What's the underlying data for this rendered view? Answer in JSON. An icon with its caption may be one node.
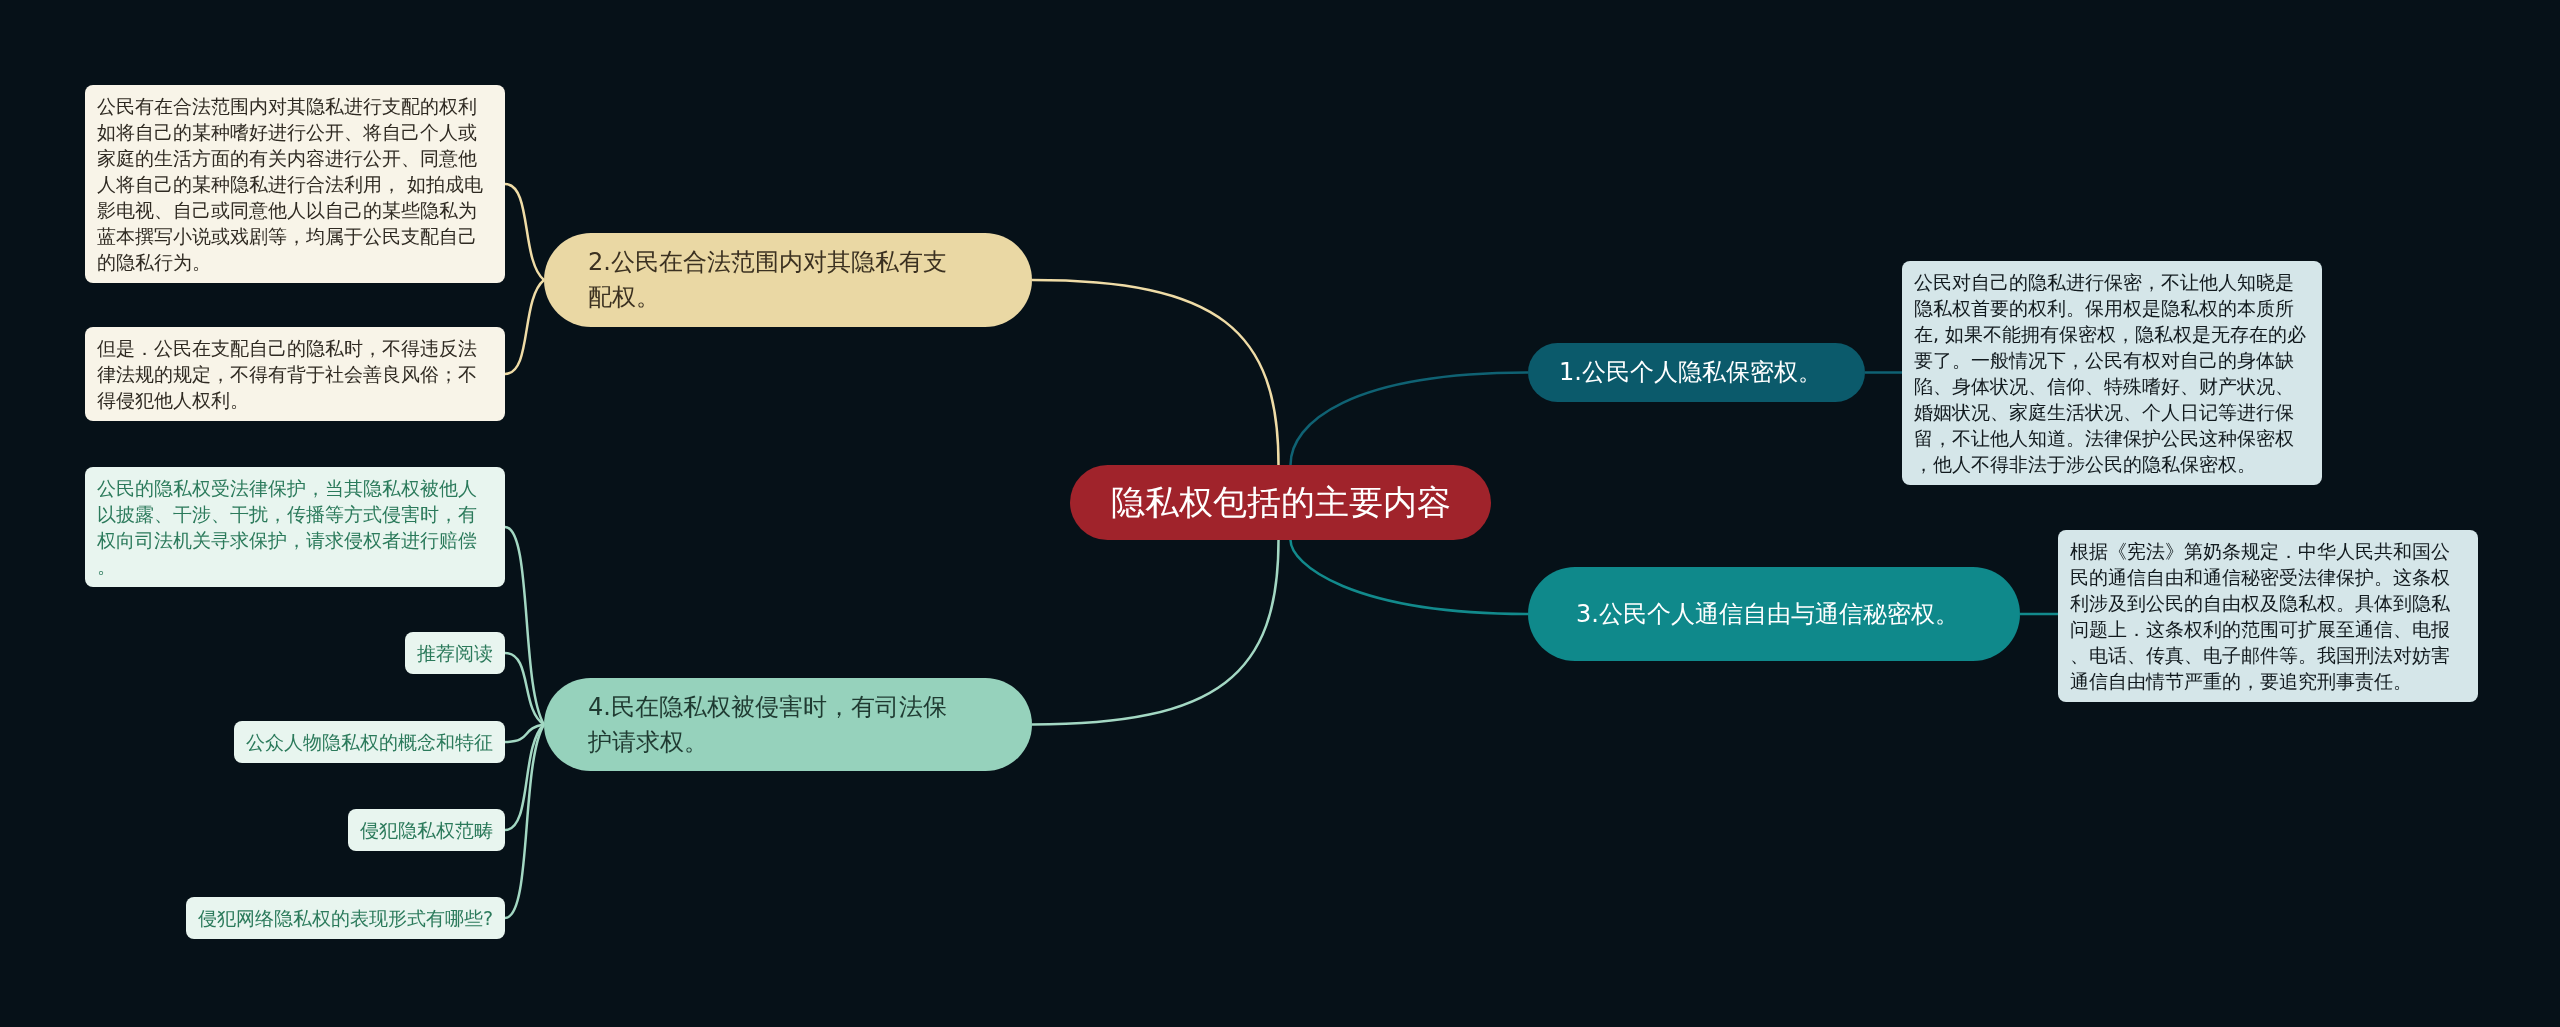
{
  "diagram": {
    "nodes": [
      {
        "text": [
          "隐私权包括的主要内容"
        ]
      },
      {
        "text": [
          "2.公民在合法范围内对其隐私有支配权。"
        ]
      },
      {
        "text": [
          "公民有在合法范围内对其隐私进行支配的权利如将自己的某种嗜好进行公开、将自己个人或家庭的生活方面的有关内容进行公开、同意他人将自己的某种隐私进行合法利用， 如拍成电影电视、自己或同意他人以自己的某些隐私为蓝本撰写小说或戏剧等，均属于公民支配自己的隐私行为。"
        ]
      },
      {
        "text": [
          "但是．公民在支配自己的隐私时，不得违反法律法规的规定，不得有背于社会善良风俗；不得侵犯他人权利。"
        ]
      },
      {
        "text": [
          "1.公民个人隐私保密权。"
        ]
      },
      {
        "text": [
          "公民对自己的隐私进行保密，不让他人知晓是隐私权首要的权利。保用权是隐私权的本质所在, 如果不能拥有保密权，隐私权是无存在的必要了。一般情况下，公民有权对自己的身体缺陷、身体状况、信仰、特殊嗜好、财产状况、婚姻状况、家庭生活状况、个人日记等进行保留，不让他人知道。法律保护公民这种保密权，他人不得非法于涉公民的隐私保密权。"
        ]
      },
      {
        "text": [
          "3.公民个人通信自由与通信秘密权。"
        ]
      },
      {
        "text": [
          "根据《宪法》第奶条规定．中华人民共和国公民的通信自由和通信秘密受法律保护。这条权利涉及到公民的自由权及隐私权。具体到隐私问题上．这条权利的范围可扩展至通信、电报、电话、传真、电子邮件等。我国刑法对妨害通信自由情节严重的，要追究刑事责任。"
        ]
      },
      {
        "text": [
          "4.民在隐私权被侵害时，有司法保护请求权。"
        ]
      },
      {
        "text": [
          "公民的隐私权受法律保护，当其隐私权被他人以披露、干涉、干扰，传播等方式侵害时，有权向司法机关寻求保护，请求侵权者进行赔偿。"
        ]
      },
      {
        "text": [
          "推荐阅读"
        ]
      },
      {
        "text": [
          "公众人物隐私权的概念和特征"
        ]
      },
      {
        "text": [
          "侵犯隐私权范畴"
        ]
      },
      {
        "text": [
          "侵犯网络隐私权的表现形式有哪些?"
        ]
      }
    ],
    "edges": [
      {
        "from": 0,
        "to": 1,
        "arrow": "none",
        "color": "#efdca6"
      },
      {
        "from": 1,
        "to": 2,
        "arrow": "none",
        "color": "#efdca6"
      },
      {
        "from": 1,
        "to": 3,
        "arrow": "none",
        "color": "#efdca6"
      },
      {
        "from": 0,
        "to": 4,
        "arrow": "none",
        "color": "#0f6273"
      },
      {
        "from": 4,
        "to": 5,
        "arrow": "none",
        "color": "#0f6273"
      },
      {
        "from": 0,
        "to": 6,
        "arrow": "none",
        "color": "#128a8c"
      },
      {
        "from": 6,
        "to": 7,
        "arrow": "none",
        "color": "#128a8c"
      },
      {
        "from": 0,
        "to": 8,
        "arrow": "none"
      },
      {
        "from": 8,
        "to": 9,
        "arrow": "none"
      },
      {
        "from": 8,
        "to": 10,
        "arrow": "none"
      },
      {
        "from": 8,
        "to": 11,
        "arrow": "none"
      },
      {
        "from": 8,
        "to": 12,
        "arrow": "none"
      },
      {
        "from": 8,
        "to": 13,
        "arrow": "none"
      }
    ]
  }
}
